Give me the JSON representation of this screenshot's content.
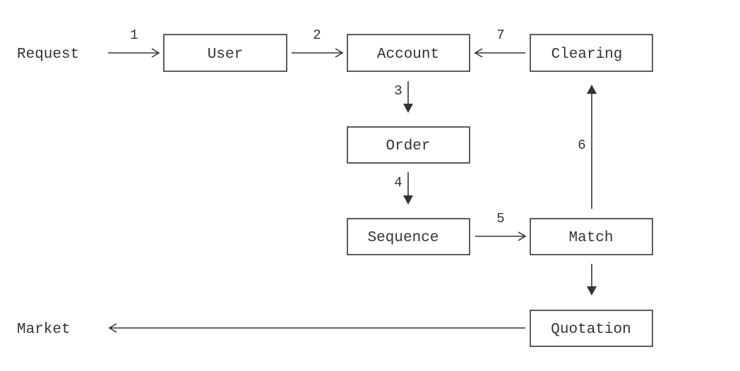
{
  "nodes": {
    "request": "Request",
    "user": "User",
    "account": "Account",
    "clearing": "Clearing",
    "order": "Order",
    "sequence": "Sequence",
    "match": "Match",
    "quotation": "Quotation",
    "market": "Market"
  },
  "steps": {
    "s1": "1",
    "s2": "2",
    "s3": "3",
    "s4": "4",
    "s5": "5",
    "s6": "6",
    "s7": "7"
  }
}
